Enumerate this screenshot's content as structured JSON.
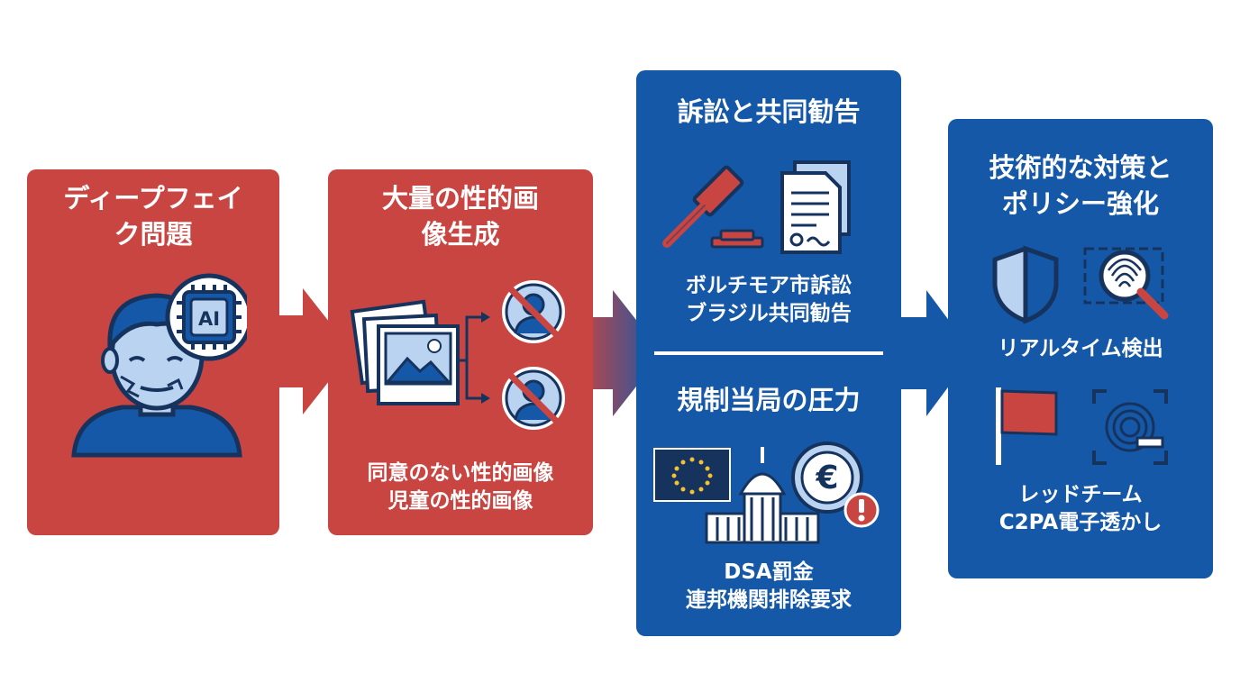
{
  "stage1": {
    "title_line1": "ディープフェイ",
    "title_line2": "ク問題",
    "ai_chip_label": "AI"
  },
  "stage2": {
    "title_line1": "大量の性的画",
    "title_line2": "像生成",
    "caption_line1": "同意のない性的画像",
    "caption_line2": "児童の性的画像"
  },
  "stage3a": {
    "title": "訴訟と共同勧告",
    "caption_line1": "ボルチモア市訴訟",
    "caption_line2": "ブラジル共同勧告"
  },
  "stage3b": {
    "title": "規制当局の圧力",
    "caption_line1": "DSA罰金",
    "caption_line2": "連邦機関排除要求"
  },
  "stage4": {
    "title_line1": "技術的な対策と",
    "title_line2": "ポリシー強化",
    "caption1": "リアルタイム検出",
    "caption2_line1": "レッドチーム",
    "caption2_line2": "C2PA電子透かし"
  },
  "colors": {
    "red": "#c84542",
    "blue": "#1558a8",
    "navy": "#16335e",
    "light_blue": "#b9d3f0",
    "white": "#ffffff"
  }
}
